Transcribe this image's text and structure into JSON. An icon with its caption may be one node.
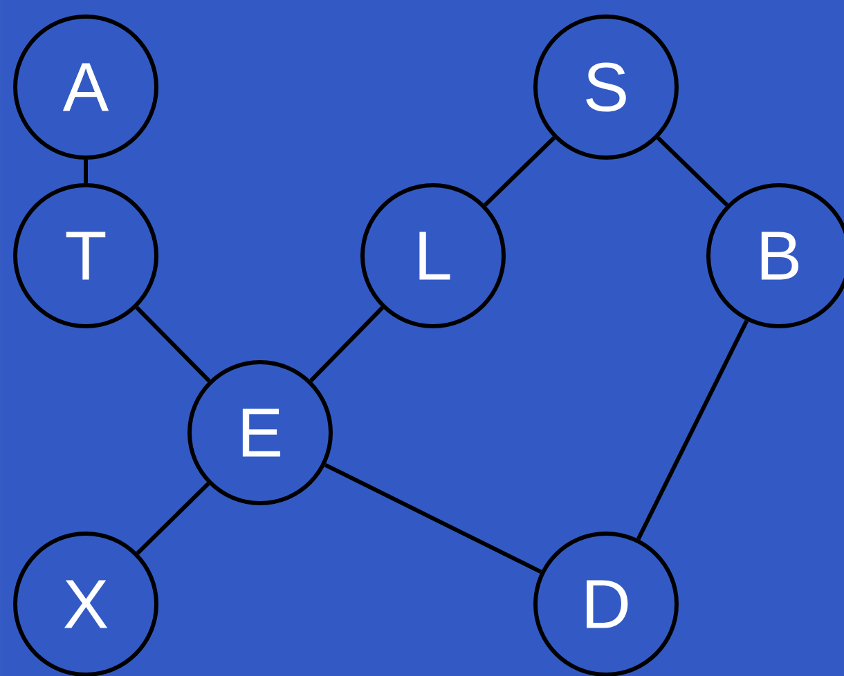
{
  "diagram": {
    "nodes": [
      {
        "text": [
          "A"
        ]
      },
      {
        "text": [
          "S"
        ]
      },
      {
        "text": [
          "T"
        ]
      },
      {
        "text": [
          "L"
        ]
      },
      {
        "text": [
          "B"
        ]
      },
      {
        "text": [
          "E"
        ]
      },
      {
        "text": [
          "X"
        ]
      },
      {
        "text": [
          "D"
        ]
      }
    ],
    "edges": [
      {
        "from": 0,
        "to": 2,
        "arrow": "none"
      },
      {
        "from": 2,
        "to": 5,
        "arrow": "none"
      },
      {
        "from": 5,
        "to": 3,
        "arrow": "none"
      },
      {
        "from": 3,
        "to": 1,
        "arrow": "none"
      },
      {
        "from": 1,
        "to": 4,
        "arrow": "none"
      },
      {
        "from": 4,
        "to": 7,
        "arrow": "none"
      },
      {
        "from": 5,
        "to": 7,
        "arrow": "none"
      },
      {
        "from": 5,
        "to": 6,
        "arrow": "none"
      }
    ]
  }
}
